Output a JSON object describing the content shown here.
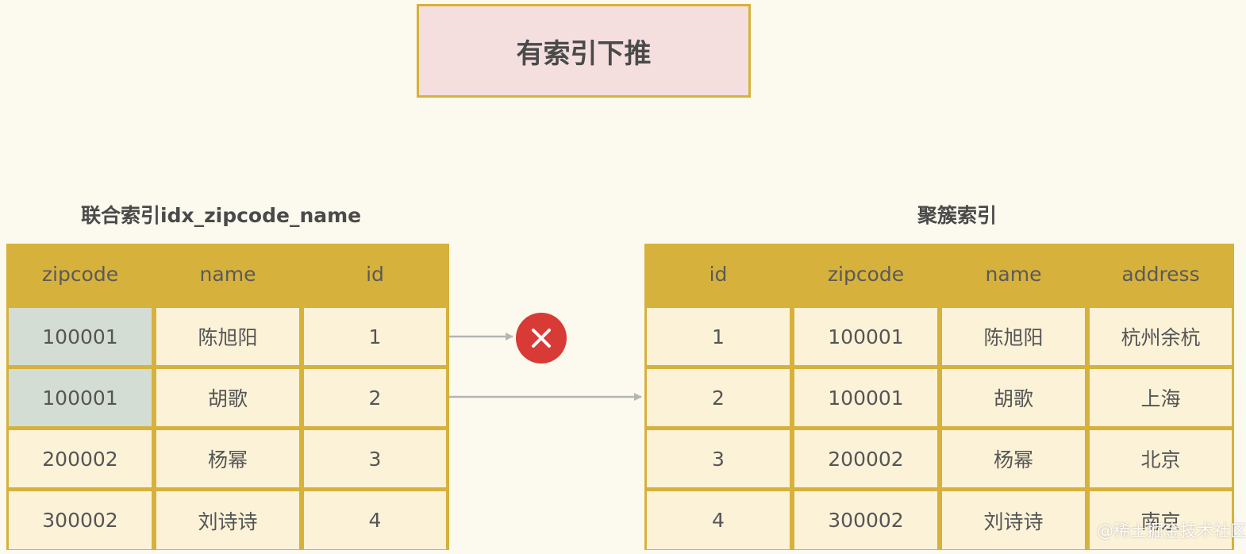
{
  "title": "有索引下推",
  "left_table": {
    "caption": "联合索引idx_zipcode_name",
    "headers": [
      "zipcode",
      "name",
      "id"
    ],
    "rows": [
      [
        "100001",
        "陈旭阳",
        "1"
      ],
      [
        "100001",
        "胡歌",
        "2"
      ],
      [
        "200002",
        "杨幂",
        "3"
      ],
      [
        "300002",
        "刘诗诗",
        "4"
      ]
    ]
  },
  "right_table": {
    "caption": "聚簇索引",
    "headers": [
      "id",
      "zipcode",
      "name",
      "address"
    ],
    "rows": [
      [
        "1",
        "100001",
        "陈旭阳",
        "杭州余杭"
      ],
      [
        "2",
        "100001",
        "胡歌",
        "上海"
      ],
      [
        "3",
        "200002",
        "杨幂",
        "北京"
      ],
      [
        "4",
        "300002",
        "刘诗诗",
        "南京"
      ]
    ]
  },
  "watermark": "@稀土掘金技术社区",
  "colors": {
    "header_fill": "#d6b13c",
    "cell_fill": "#fcf2d8",
    "highlight_fill": "#d4ddd3",
    "title_fill": "#f5dfde",
    "reject_badge": "#d83a36",
    "arrow": "#b5b5b5"
  }
}
